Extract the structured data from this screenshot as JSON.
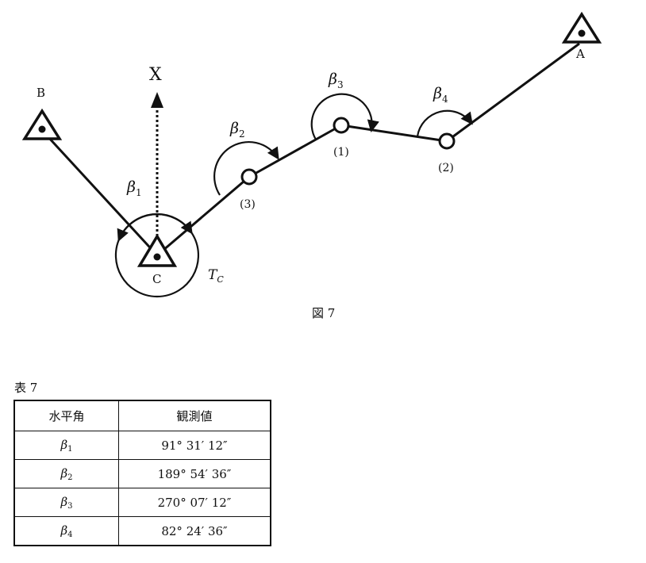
{
  "figure": {
    "caption": "図 7",
    "labels": {
      "north_axis": "X",
      "station_a": "A",
      "station_b": "B",
      "station_c": "C",
      "point_1": "(1)",
      "point_2": "(2)",
      "point_3": "(3)",
      "angle_1": "β",
      "angle_1_sub": "1",
      "angle_2": "β",
      "angle_2_sub": "2",
      "angle_3": "β",
      "angle_3_sub": "3",
      "angle_4": "β",
      "angle_4_sub": "4",
      "bearing": "T",
      "bearing_sub": "C"
    }
  },
  "table": {
    "caption": "表 7",
    "headers": [
      "水平角",
      "観測値"
    ],
    "rows": [
      {
        "symbol": "β",
        "sub": "1",
        "value": "91° 31′ 12″"
      },
      {
        "symbol": "β",
        "sub": "2",
        "value": "189° 54′ 36″"
      },
      {
        "symbol": "β",
        "sub": "3",
        "value": "270° 07′ 12″"
      },
      {
        "symbol": "β",
        "sub": "4",
        "value": "82° 24′ 36″"
      }
    ]
  }
}
